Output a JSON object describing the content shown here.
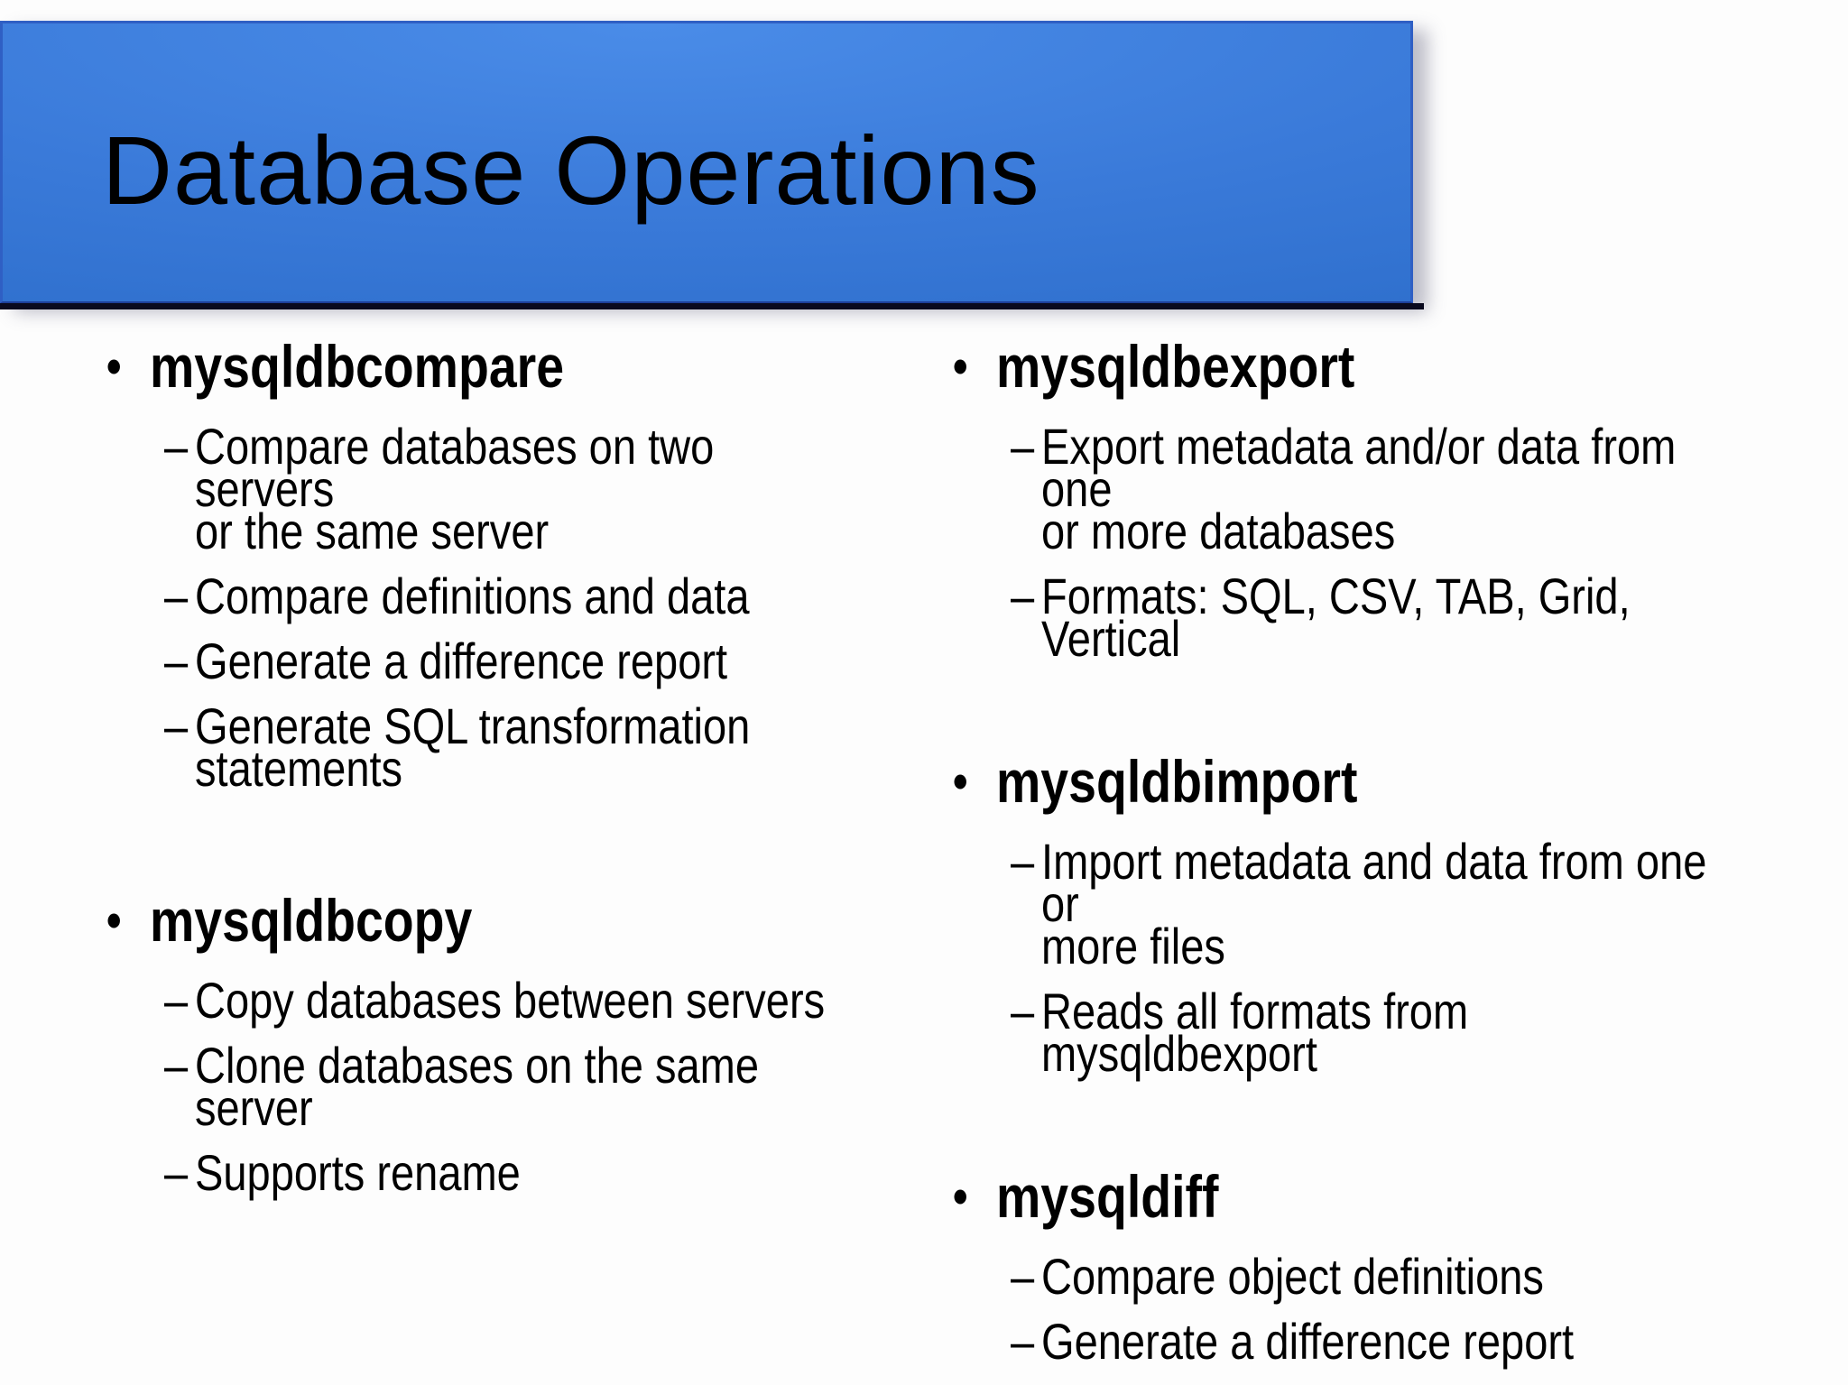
{
  "title": {
    "text": "Database Operations"
  },
  "bullets": {
    "level1": "•",
    "level2": "–"
  },
  "colors": {
    "grad-light": "#4a8ce8",
    "grad-mid": "#3a7ad9",
    "grad-dark": "#2566c2",
    "border-blue": "#2f5fc4",
    "border-bottom-blue": "#1d3f9a",
    "shadow-dark": "#0a0a1e",
    "text-color": "#000000",
    "bg-color": "#fdfdfd"
  },
  "sections": {
    "left": [
      {
        "title": "mysqldbcompare",
        "items": [
          "Compare databases on two servers\nor the same server",
          "Compare definitions and data",
          "Generate a difference report",
          "Generate SQL transformation\nstatements"
        ]
      },
      {
        "title": "mysqldbcopy",
        "items": [
          "Copy databases between servers",
          "Clone databases on the same server",
          "Supports rename"
        ]
      }
    ],
    "right": [
      {
        "title": "mysqldbexport",
        "items": [
          "Export metadata and/or data from one\nor more databases",
          "Formats: SQL, CSV, TAB, Grid, Vertical"
        ]
      },
      {
        "title": "mysqldbimport",
        "items": [
          "Import metadata and data from one or\nmore files",
          "Reads all formats from mysqldbexport"
        ]
      },
      {
        "title": "mysqldiff",
        "items": [
          "Compare object definitions",
          "Generate a difference report"
        ]
      }
    ]
  }
}
